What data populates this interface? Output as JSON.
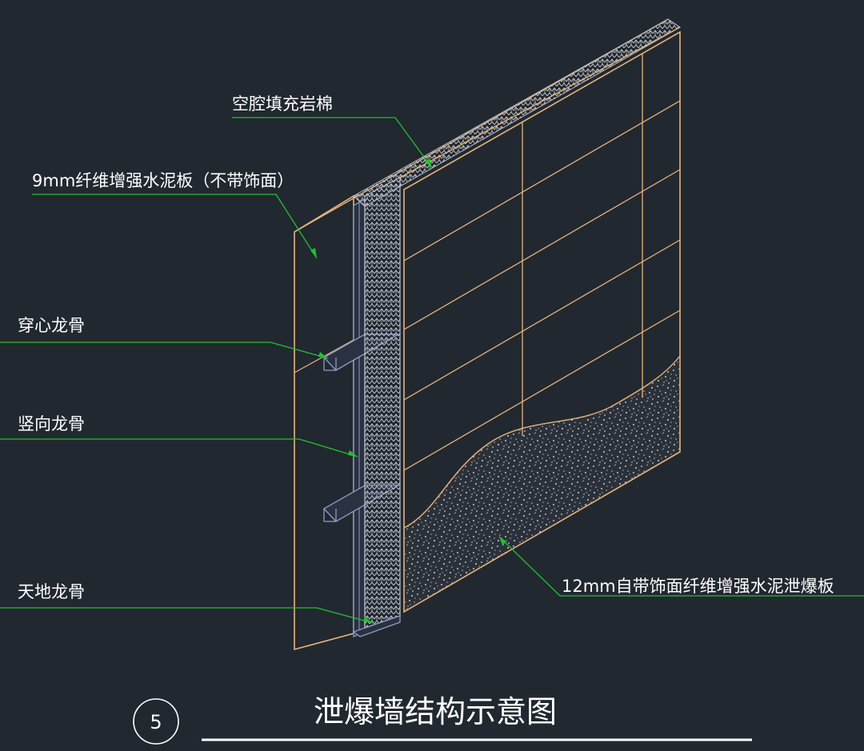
{
  "callouts": [
    {
      "id": "rock-wool",
      "text": "空腔填充岩棉"
    },
    {
      "id": "inner-board",
      "text": "9mm纤维增强水泥板（不带饰面）"
    },
    {
      "id": "through-keel",
      "text": "穿心龙骨"
    },
    {
      "id": "vertical-keel",
      "text": "竖向龙骨"
    },
    {
      "id": "track-keel",
      "text": "天地龙骨"
    },
    {
      "id": "outer-board",
      "text": "12mm自带饰面纤维增强水泥泄爆板"
    }
  ],
  "title": {
    "text": "泄爆墙结构示意图",
    "number": "5"
  },
  "colors": {
    "background": "#212830",
    "board_edge": "#e7b37a",
    "keel": "#8e9bc4",
    "leader": "#22c22e",
    "text": "#ffffff"
  }
}
